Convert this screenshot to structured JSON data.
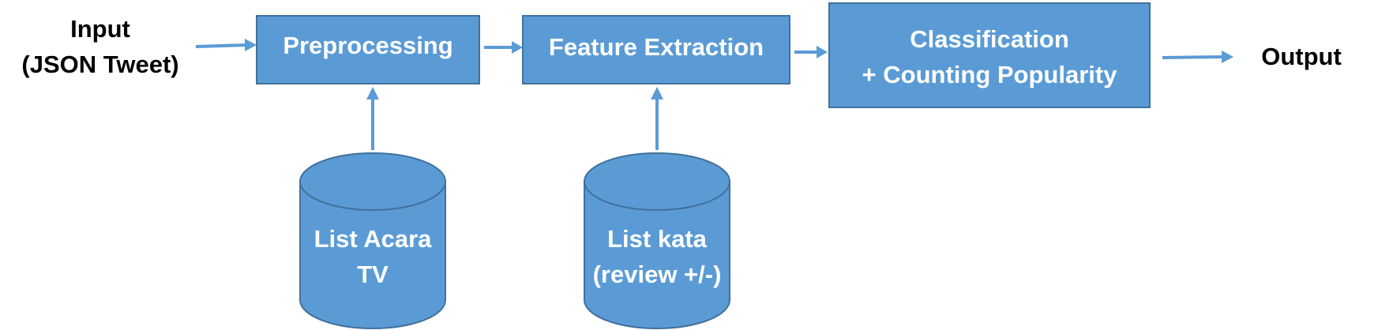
{
  "diagram": {
    "input_label": {
      "line1": "Input",
      "line2": "(JSON Tweet)"
    },
    "output_label": "Output",
    "preprocessing": {
      "label": "Preprocessing"
    },
    "feature_extraction": {
      "label": "Feature Extraction"
    },
    "classification": {
      "line1": "Classification",
      "line2": "+ Counting Popularity"
    },
    "db_acara": {
      "line1": "List Acara",
      "line2": "TV"
    },
    "db_kata": {
      "line1": "List kata",
      "line2": "(review +/-)"
    },
    "colors": {
      "fill": "#5b9bd5",
      "stroke": "#41719c",
      "box_text": "#ffffff",
      "plain_text": "#000000"
    }
  }
}
